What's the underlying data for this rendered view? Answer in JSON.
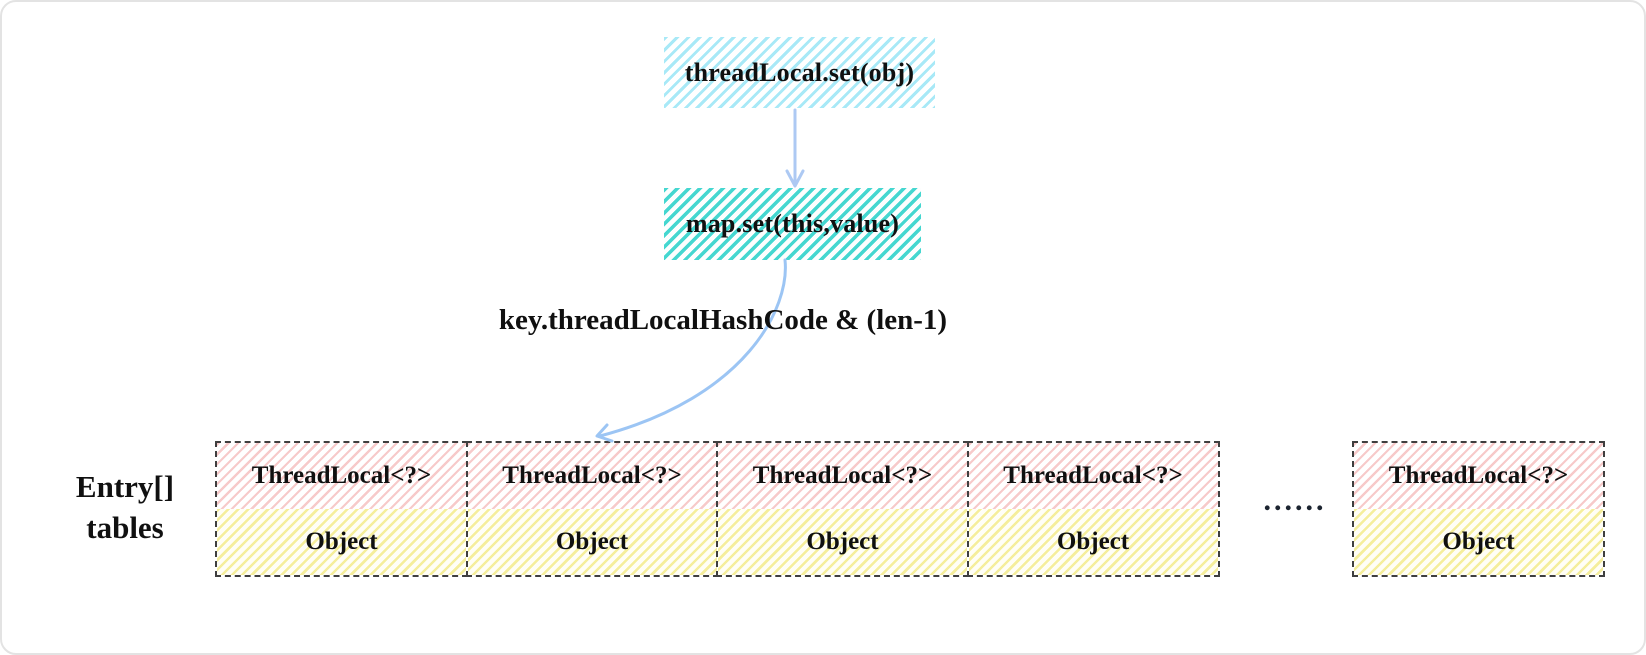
{
  "diagram": {
    "top_box": {
      "label": "threadLocal.set(obj)"
    },
    "map_box": {
      "label": "map.set(this,value)"
    },
    "hash_label": "key.threadLocalHashCode & (len-1)",
    "array_label": {
      "line1": "Entry[]",
      "line2": "tables"
    },
    "ellipsis": "......",
    "cells": [
      {
        "key": "ThreadLocal<?>",
        "value": "Object"
      },
      {
        "key": "ThreadLocal<?>",
        "value": "Object"
      },
      {
        "key": "ThreadLocal<?>",
        "value": "Object"
      },
      {
        "key": "ThreadLocal<?>",
        "value": "Object"
      }
    ],
    "tail_cell": {
      "key": "ThreadLocal<?>",
      "value": "Object"
    },
    "colors": {
      "cyan_hatch": "#a8e9f7",
      "teal_hatch": "#45d7d0",
      "pink_hatch": "#f7caca",
      "yellow_hatch": "#f5ee9c",
      "arrow_blue": "#9cc5f4",
      "cell_border": "#3f3f3f",
      "frame_border": "#e3e3e3"
    }
  }
}
